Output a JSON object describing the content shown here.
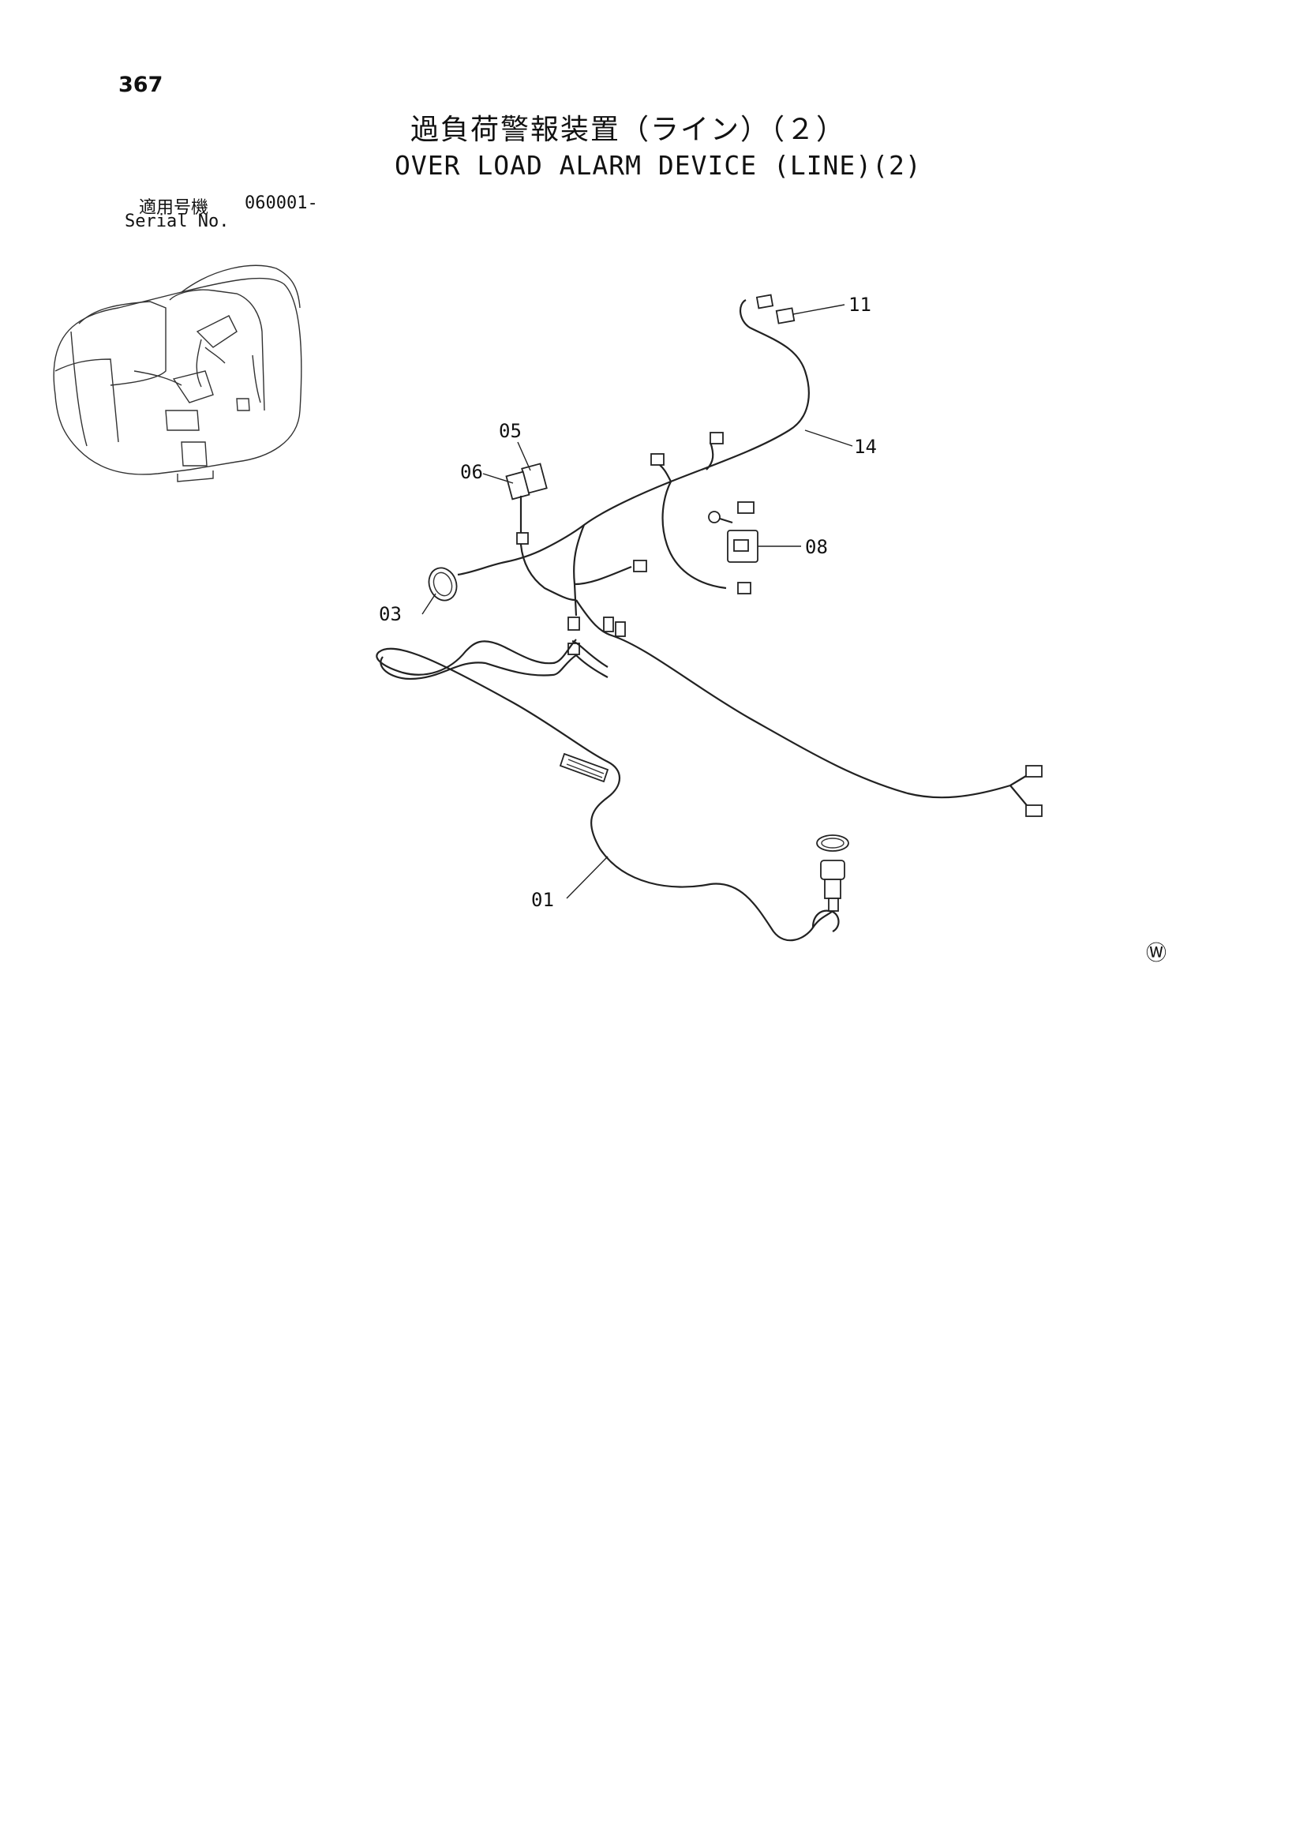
{
  "page_number": "367",
  "title_jp": "過負荷警報装置（ライン）（２）",
  "title_en": "OVER LOAD ALARM DEVICE (LINE)(2)",
  "serial": {
    "label_jp": "適用号機",
    "value": "060001-",
    "label_en": "Serial No."
  },
  "callouts": {
    "c01": "01",
    "c03": "03",
    "c05": "05",
    "c06": "06",
    "c08": "08",
    "c11": "11",
    "c14": "14"
  },
  "mark": "Ⓦ"
}
